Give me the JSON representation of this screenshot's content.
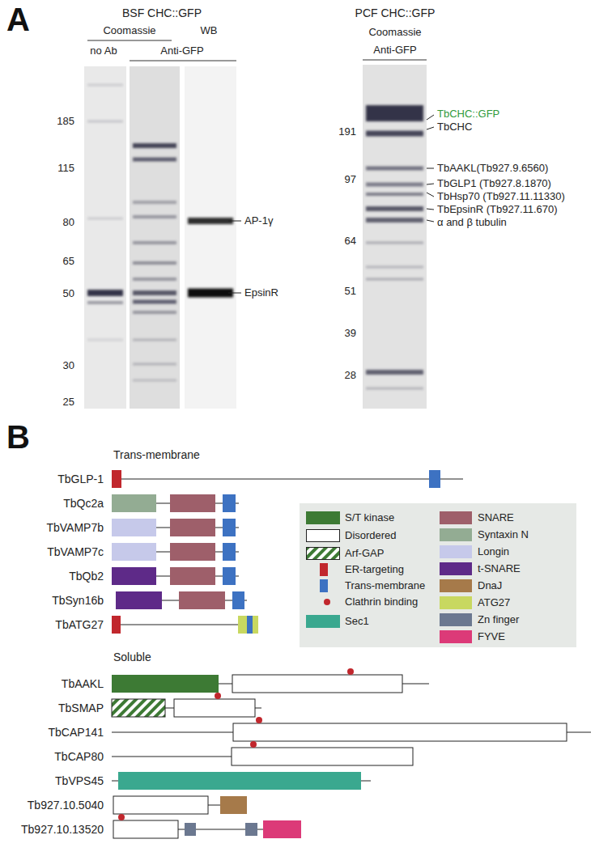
{
  "diagram": {
    "labels": [
      "A",
      "BSF CHC::GFP",
      "Coomassie",
      "WB",
      "no Ab",
      "Anti-GFP",
      "185",
      "115",
      "80",
      "65",
      "50",
      "30",
      "25",
      "AP-1γ",
      "EpsinR",
      "PCF CHC::GFP",
      "Coomassie",
      "Anti-GFP",
      "191",
      "97",
      "64",
      "51",
      "39",
      "28",
      "TbCHC::GFP",
      "TbCHC",
      "TbAAKL(Tb927.9.6560)",
      "TbGLP1 (Tb927.8.1870)",
      "TbHsp70 (Tb927.11.11330)",
      "TbEpsinR (Tb927.11.670)",
      "α and β tubulin",
      "B",
      "Trans-membrane",
      "TbGLP-1",
      "TbQc2a",
      "TbVAMP7b",
      "TbVAMP7c",
      "TbQb2",
      "TbSyn16b",
      "TbATG27",
      "Soluble",
      "TbAAKL",
      "TbSMAP",
      "TbCAP141",
      "TbCAP80",
      "TbVPS45",
      "Tb927.10.5040",
      "Tb927.10.13520"
    ],
    "legend": [
      {
        "text": "S/T kinase",
        "color": "#3d7a34"
      },
      {
        "text": "Disordered",
        "color": "#ffffff"
      },
      {
        "text": "Arf-GAP"
      },
      {
        "text": "ER-targeting",
        "color": "#c1272d"
      },
      {
        "text": "Trans-membrane",
        "color": "#3d72c2"
      },
      {
        "text": "Clathrin binding"
      },
      {
        "text": "Sec1",
        "color": "#3aa88f"
      },
      {
        "text": "SNARE",
        "color": "#9e5f6a"
      },
      {
        "text": "Syntaxin N",
        "color": "#93ac93"
      },
      {
        "text": "Longin",
        "color": "#c6c9ea"
      },
      {
        "text": "t-SNARE",
        "color": "#5e2a88"
      },
      {
        "text": "DnaJ",
        "color": "#a67a4a"
      },
      {
        "text": "ATG27",
        "color": "#c8d860"
      },
      {
        "text": "Zn finger",
        "color": "#6b7890"
      },
      {
        "text": "FYVE",
        "color": "#dc3a78"
      }
    ]
  }
}
